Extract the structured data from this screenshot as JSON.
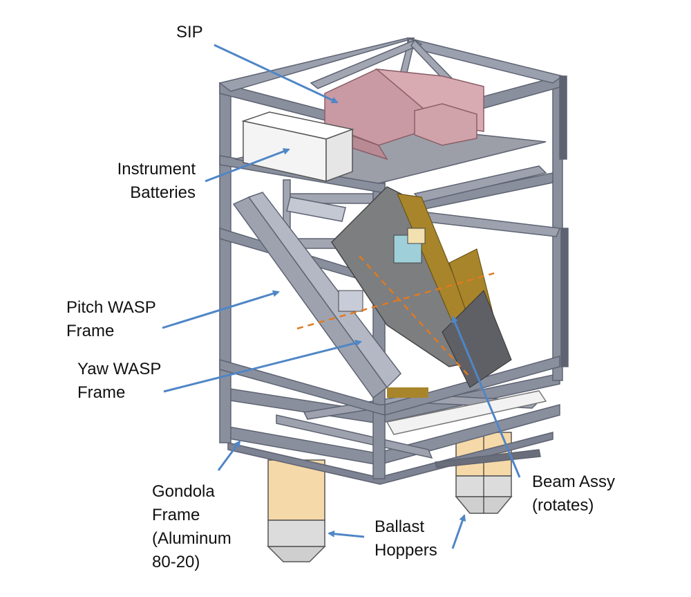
{
  "title": "Gondola assembly with labeled components",
  "colors": {
    "frame": "#8a8f9e",
    "frame_dark": "#5e6372",
    "frame_light": "#b4b8c4",
    "sip": "#c99aa3",
    "battery": "#f4f4f4",
    "beam": "#7d7e80",
    "gold": "#a8852a",
    "hopper_top": "#f6d9a8",
    "hopper_bottom": "#dcdcdc",
    "arrow": "#4f86c6",
    "axis": "#e07a20",
    "text": "#111111"
  },
  "labels": {
    "sip": [
      "SIP"
    ],
    "instrument_batteries": [
      "Instrument",
      "Batteries"
    ],
    "pitch_wasp_frame": [
      "Pitch WASP",
      "Frame"
    ],
    "yaw_wasp_frame": [
      "Yaw WASP",
      "Frame"
    ],
    "gondola_frame": [
      "Gondola",
      "Frame",
      "(Aluminum",
      "80-20)"
    ],
    "ballast_hoppers": [
      "Ballast",
      "Hoppers"
    ],
    "beam_assy": [
      "Beam Assy",
      "(rotates)"
    ]
  }
}
